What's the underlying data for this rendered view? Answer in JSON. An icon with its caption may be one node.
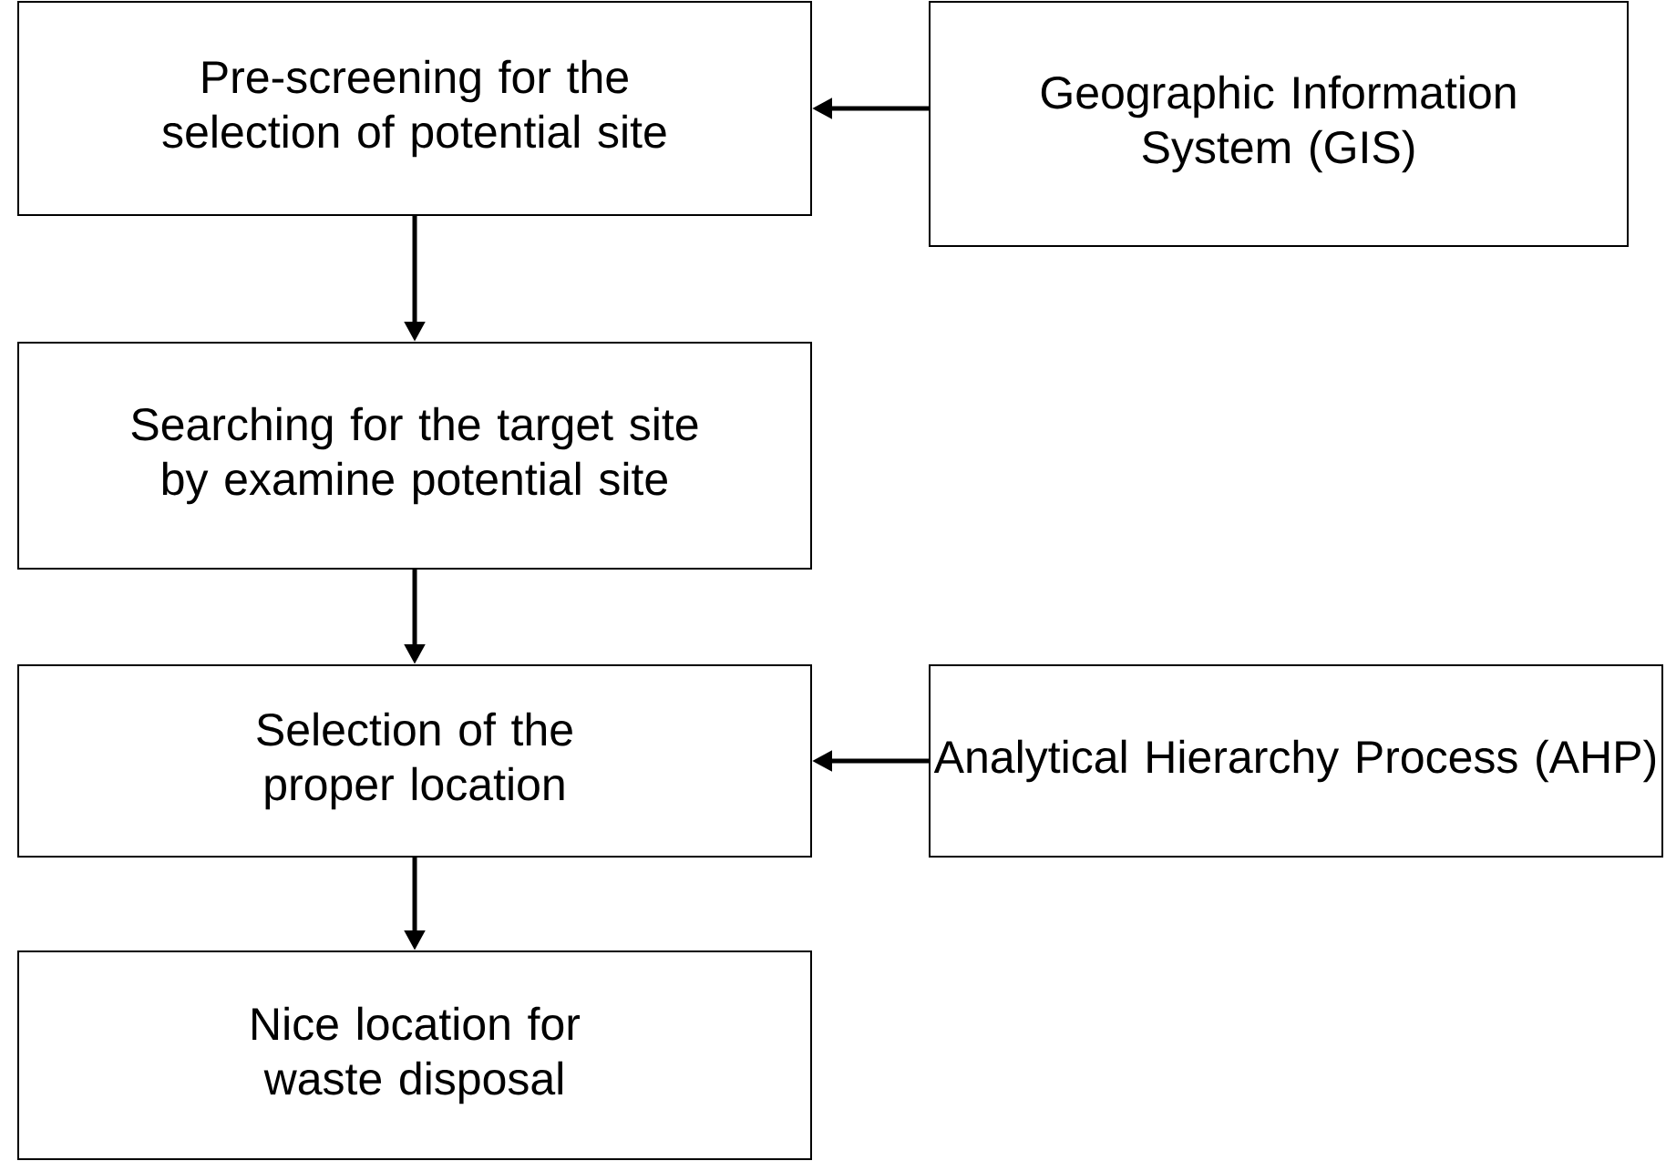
{
  "diagram": {
    "nodes": [
      {
        "text": [
          "Pre-screening for the selection of potential site"
        ]
      },
      {
        "text": [
          "Geographic Information System (GIS)"
        ]
      },
      {
        "text": [
          "Searching for the target site by examine potential site"
        ]
      },
      {
        "text": [
          "Selection of the proper location"
        ]
      },
      {
        "text": [
          "Analytical Hierarchy Process (AHP)"
        ]
      },
      {
        "text": [
          "Nice location for waste disposal"
        ]
      }
    ],
    "edges": [
      {
        "from": 1,
        "to": 0,
        "arrow": "to"
      },
      {
        "from": 0,
        "to": 2,
        "arrow": "to"
      },
      {
        "from": 2,
        "to": 3,
        "arrow": "to"
      },
      {
        "from": 4,
        "to": 3,
        "arrow": "to"
      },
      {
        "from": 3,
        "to": 5,
        "arrow": "to"
      }
    ]
  }
}
